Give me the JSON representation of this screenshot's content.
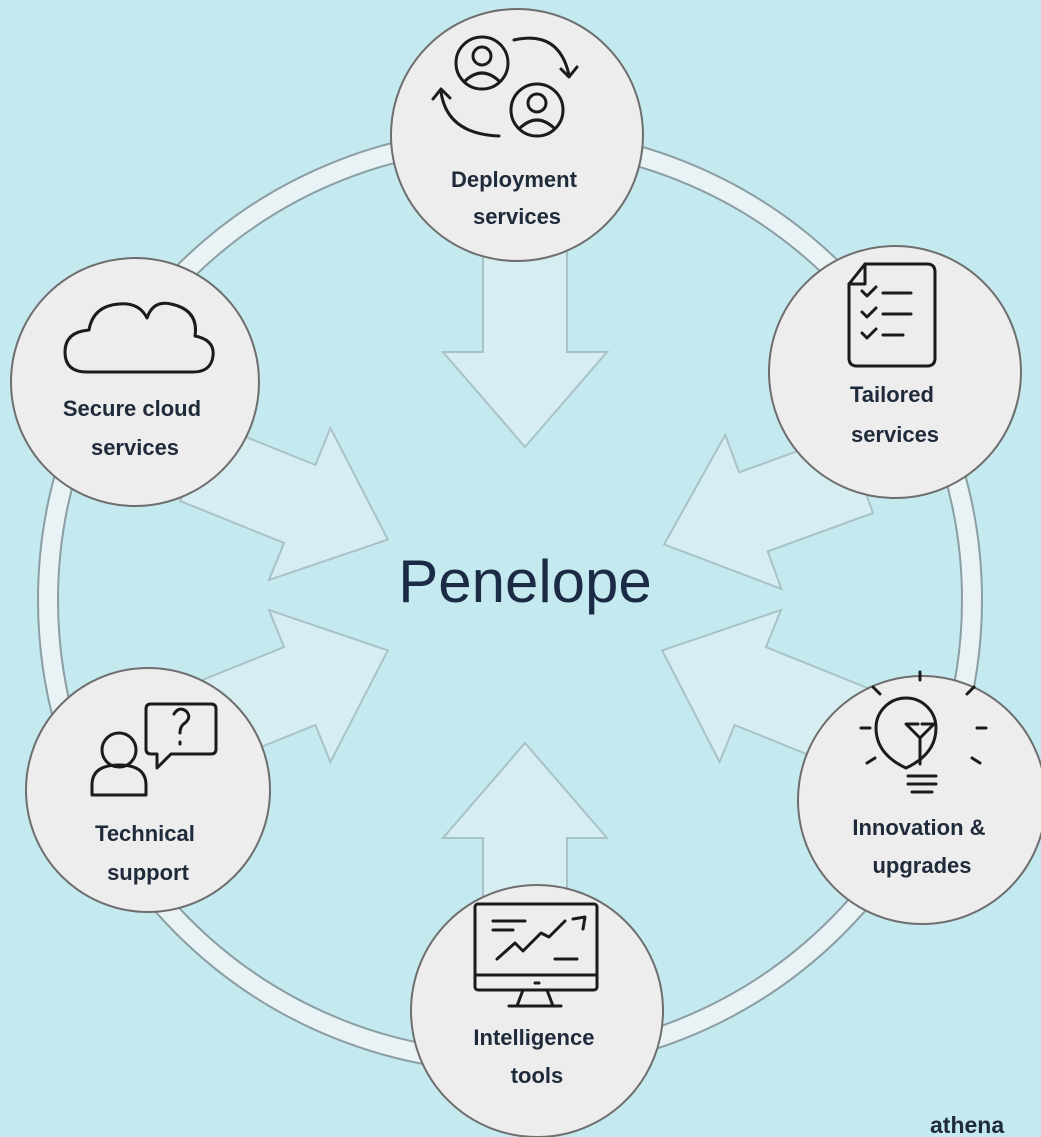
{
  "center_title": "Penelope",
  "brand": "athena",
  "colors": {
    "background": "#c4e9ee",
    "node_fill": "#ededed",
    "node_border": "#6e6e6e",
    "ring_fill": "#e9f3f5",
    "arrow_fill": "#d9eef2",
    "arrow_stroke": "#a9c2c7",
    "text": "#1f2a3a"
  },
  "nodes": [
    {
      "id": "deployment",
      "lines": [
        "Deployment",
        "services"
      ],
      "icon": "people-exchange-icon"
    },
    {
      "id": "tailored",
      "lines": [
        "Tailored",
        "services"
      ],
      "icon": "checklist-icon"
    },
    {
      "id": "innovation",
      "lines": [
        "Innovation &",
        "upgrades"
      ],
      "icon": "lightbulb-icon"
    },
    {
      "id": "intelligence",
      "lines": [
        "Intelligence",
        "tools"
      ],
      "icon": "monitor-chart-icon"
    },
    {
      "id": "technical",
      "lines": [
        "Technical",
        "support"
      ],
      "icon": "person-question-icon"
    },
    {
      "id": "cloud",
      "lines": [
        "Secure cloud",
        "services"
      ],
      "icon": "cloud-icon"
    }
  ]
}
